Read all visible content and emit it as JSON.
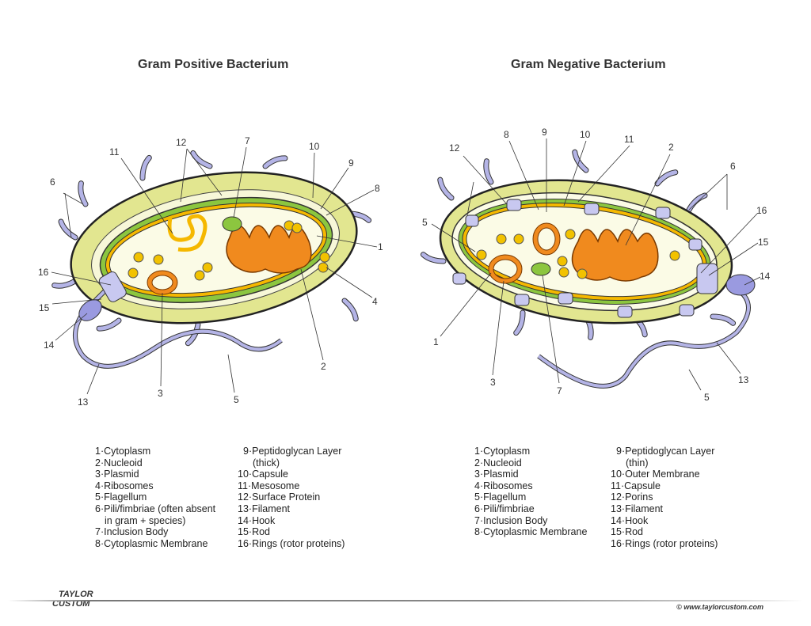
{
  "left": {
    "title": "Gram Positive Bacterium",
    "legend_col1": [
      "1·Cytoplasm",
      "2·Nucleoid",
      "3·Plasmid",
      "4·Ribosomes",
      "5·Flagellum",
      "6·Pili/fimbriae (often absent",
      "in gram + species)",
      "7·Inclusion Body",
      "8·Cytoplasmic Membrane"
    ],
    "legend_col2": [
      "9·Peptidoglycan Layer",
      "(thick)",
      "10·Capsule",
      "11·Mesosome",
      "12·Surface Protein",
      "13·Filament",
      "14·Hook",
      "15·Rod",
      "16·Rings (rotor proteins)"
    ]
  },
  "right": {
    "title": "Gram Negative Bacterium",
    "legend_col1": [
      "1·Cytoplasm",
      "2·Nucleoid",
      "3·Plasmid",
      "4·Ribosomes",
      "5·Flagellum",
      "6·Pili/fimbriae",
      "7·Inclusion Body",
      "8·Cytoplasmic Membrane"
    ],
    "legend_col2": [
      "9·Peptidoglycan Layer",
      "(thin)",
      "10·Outer Membrane",
      "11·Capsule",
      "12·Porins",
      "13·Filament",
      "14·Hook",
      "15·Rod",
      "16·Rings (rotor proteins)"
    ]
  },
  "callouts": {
    "n1": "1",
    "n2": "2",
    "n3": "3",
    "n4": "4",
    "n5": "5",
    "n6": "6",
    "n7": "7",
    "n8": "8",
    "n9": "9",
    "n10": "10",
    "n11": "11",
    "n12": "12",
    "n13": "13",
    "n14": "14",
    "n15": "15",
    "n16": "16"
  },
  "footer": {
    "logo_line1": "TAYLOR",
    "logo_line2": "CUSTOM",
    "copyright": "© www.taylorcustom.com"
  },
  "colors": {
    "capsule": "#e2e690",
    "peptidoglycan": "#8cc63f",
    "membrane": "#f5b800",
    "cytoplasm": "#fbfbe6",
    "nucleoid": "#f08a1e",
    "pili": "#b4b4e6"
  }
}
